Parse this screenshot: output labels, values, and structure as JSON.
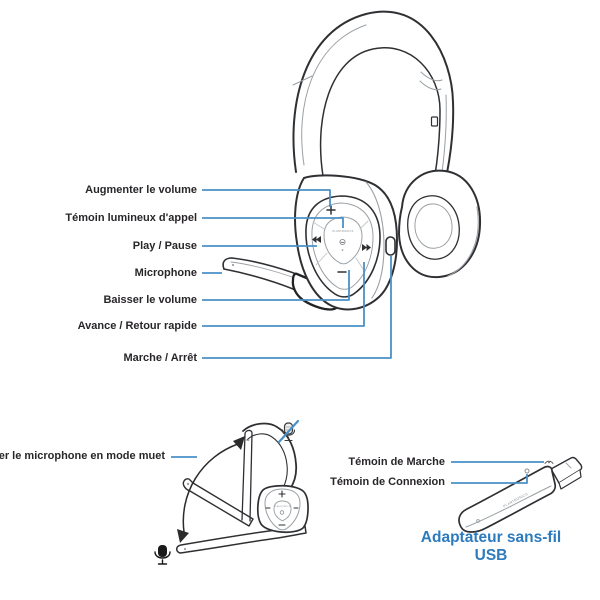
{
  "brand": "PLANTRONICS",
  "headset_diagram": {
    "labels": [
      {
        "text": "Augmenter le volume"
      },
      {
        "text": "Témoin lumineux d'appel"
      },
      {
        "text": "Play / Pause"
      },
      {
        "text": "Microphone"
      },
      {
        "text": "Baisser le volume"
      },
      {
        "text": "Avance / Retour rapide"
      },
      {
        "text": "Marche / Arrêt"
      }
    ]
  },
  "mute_diagram": {
    "label": "Basculer le microphone en mode muet"
  },
  "adapter_diagram": {
    "labels": [
      {
        "text": "Témoin de Marche"
      },
      {
        "text": "Témoin de Connexion"
      }
    ],
    "caption": "Adaptateur sans-fil USB"
  },
  "colors": {
    "callout_blue": "#4a90c8",
    "caption_blue": "#2d7bbd",
    "label_text": "#29262a",
    "outline_dark": "#2f3033",
    "outline_light": "#9aa0a4"
  }
}
